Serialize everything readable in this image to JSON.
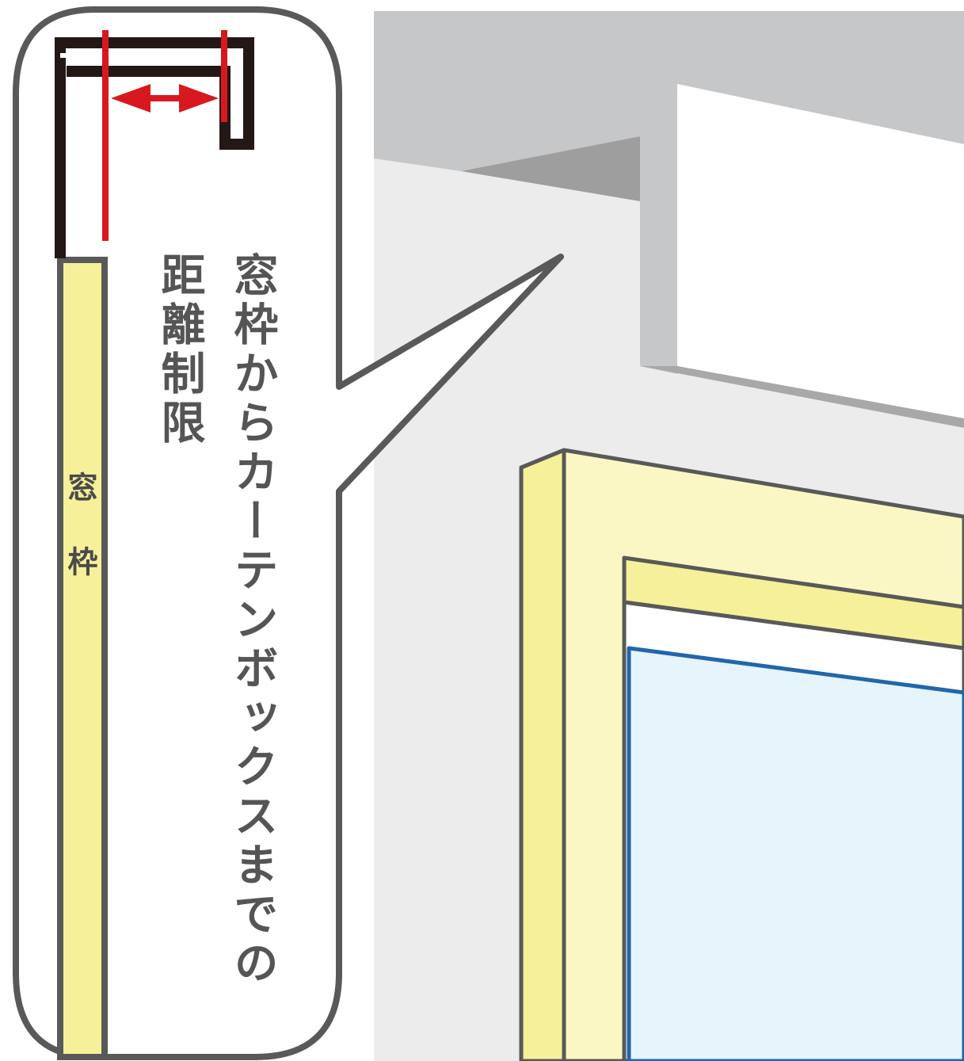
{
  "labels": {
    "main": "窓枠からカーテンボックスまでの",
    "sub": "距離制限",
    "frame": "窓枠"
  },
  "colors": {
    "wall": "#ececec",
    "ceiling": "#c6c7c9",
    "box_shadow": "#9e9e9e",
    "box_face": "#ffffff",
    "frame_yellow": "#f6f09a",
    "frame_light": "#fbf7c4",
    "glass": "#e6f4fc",
    "glass_edge": "#2266aa",
    "outline": "#595959",
    "rail": "#231815",
    "measure_red": "#d7191f",
    "callout_border": "#595959"
  },
  "icons": [
    "double-arrow-icon"
  ]
}
